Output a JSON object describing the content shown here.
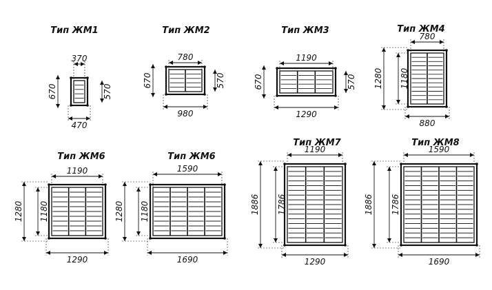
{
  "blinds": [
    {
      "title": "Тип ЖМ1",
      "top_width": "370",
      "bottom_width": "470",
      "outer_height": "",
      "left_height": "670",
      "right_height": "570",
      "cols": 1,
      "rows": 5
    },
    {
      "title": "Тип ЖМ2",
      "top_width": "780",
      "bottom_width": "980",
      "outer_height": "",
      "left_height": "670",
      "right_height": "570",
      "cols": 2,
      "rows": 5
    },
    {
      "title": "Тип ЖМ3",
      "top_width": "1190",
      "bottom_width": "1290",
      "outer_height": "",
      "left_height": "670",
      "right_height": "570",
      "cols": 3,
      "rows": 5
    },
    {
      "title": "Тип ЖМ4",
      "top_width": "780",
      "bottom_width": "880",
      "outer_height": "1280",
      "left_height": "",
      "right_height": "1180",
      "cols": 2,
      "rows": 12
    },
    {
      "title": "Тип ЖМ6",
      "top_width": "1190",
      "bottom_width": "1290",
      "outer_height": "1280",
      "left_height": "",
      "right_height": "1180",
      "cols": 3,
      "rows": 10
    },
    {
      "title": "Тип ЖМ6",
      "top_width": "1590",
      "bottom_width": "1690",
      "outer_height": "1280",
      "left_height": "",
      "right_height": "1180",
      "cols": 4,
      "rows": 10
    },
    {
      "title": "Тип ЖМ7",
      "top_width": "1190",
      "bottom_width": "1290",
      "outer_height": "1886",
      "left_height": "",
      "right_height": "1786",
      "cols": 3,
      "rows": 16
    },
    {
      "title": "Тип ЖМ8",
      "top_width": "1590",
      "bottom_width": "1690",
      "outer_height": "1886",
      "left_height": "",
      "right_height": "1786",
      "cols": 4,
      "rows": 16
    }
  ]
}
